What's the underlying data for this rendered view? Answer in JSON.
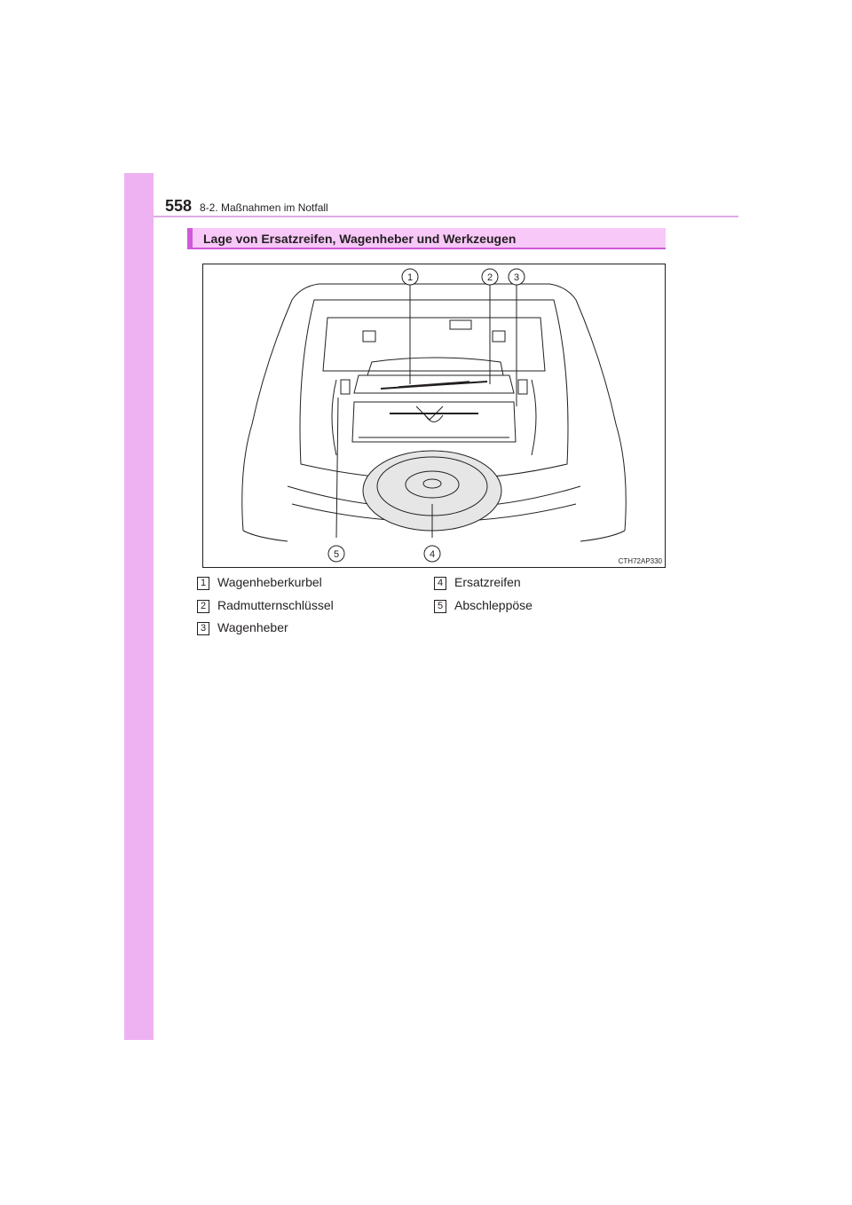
{
  "header": {
    "page_number": "558",
    "running_head": "8-2. Maßnahmen im Notfall"
  },
  "section": {
    "title": "Lage von Ersatzreifen, Wagenheber und Werkzeugen"
  },
  "figure": {
    "code": "CTH72AP330",
    "callouts": [
      "1",
      "2",
      "3",
      "4",
      "5"
    ]
  },
  "legend": [
    {
      "num": "1",
      "label": "Wagenheberkurbel"
    },
    {
      "num": "2",
      "label": "Radmutternschlüssel"
    },
    {
      "num": "3",
      "label": "Wagenheber"
    },
    {
      "num": "4",
      "label": "Ersatzreifen"
    },
    {
      "num": "5",
      "label": "Abschleppöse"
    }
  ],
  "colors": {
    "side_tab": "#eeb2f2",
    "title_bar": "#f7c8f8",
    "accent": "#cf59d8"
  }
}
